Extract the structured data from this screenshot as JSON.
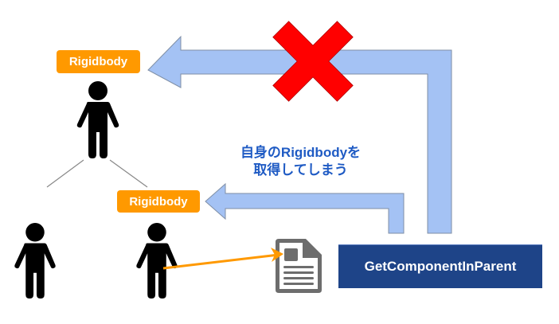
{
  "diagram": {
    "labels": {
      "parent_component": "Rigidbody",
      "self_component": "Rigidbody"
    },
    "caption": {
      "line1": "自身のRigidbodyを",
      "line2": "取得してしまう"
    },
    "method": "GetComponentInParent",
    "colors": {
      "arrow_fill": "#a4c2f4",
      "arrow_stroke": "#7f8fa6",
      "tag_fill": "#ff9900",
      "cross": "#ff0000",
      "method_box": "#1e4488",
      "caption_text": "#1f5bc4",
      "script_icon": "#6d6d6d"
    },
    "icons": {
      "parent_person": "person-icon",
      "child_left": "person-icon",
      "child_right": "person-icon",
      "script": "document-icon",
      "blocked": "cross-icon"
    }
  }
}
